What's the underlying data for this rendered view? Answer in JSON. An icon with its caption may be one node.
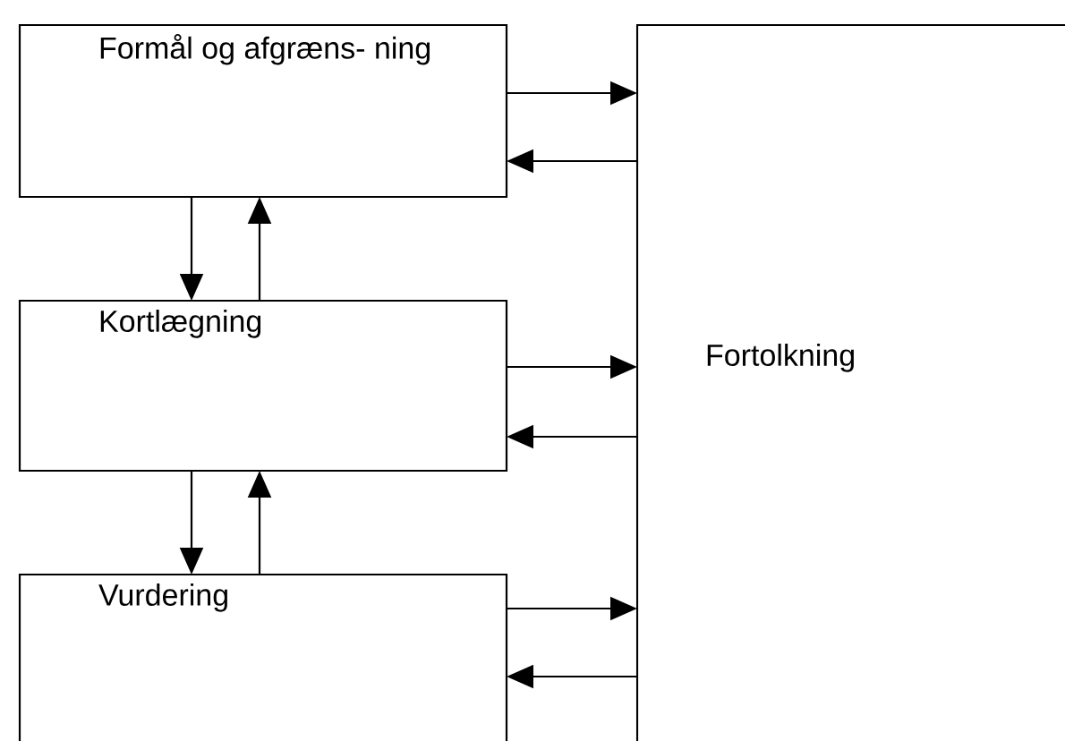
{
  "diagram": {
    "nodes": [
      {
        "text": [
          "Formål og afgræns- ning"
        ]
      },
      {
        "text": [
          "Kortlægning"
        ]
      },
      {
        "text": [
          "Vurdering"
        ]
      },
      {
        "text": [
          "Fortolkning"
        ]
      }
    ],
    "edges": [
      {
        "from": 0,
        "to": 3,
        "arrow": "to"
      },
      {
        "from": 3,
        "to": 0,
        "arrow": "to"
      },
      {
        "from": 0,
        "to": 1,
        "arrow": "to"
      },
      {
        "from": 1,
        "to": 0,
        "arrow": "to"
      },
      {
        "from": 1,
        "to": 3,
        "arrow": "to"
      },
      {
        "from": 3,
        "to": 1,
        "arrow": "to"
      },
      {
        "from": 1,
        "to": 2,
        "arrow": "to"
      },
      {
        "from": 2,
        "to": 1,
        "arrow": "to"
      },
      {
        "from": 2,
        "to": 3,
        "arrow": "to"
      },
      {
        "from": 3,
        "to": 2,
        "arrow": "to"
      }
    ]
  }
}
